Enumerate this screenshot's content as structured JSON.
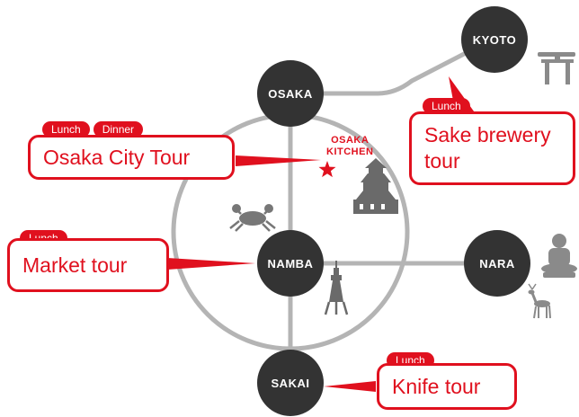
{
  "stations": {
    "kyoto": "KYOTO",
    "osaka": "OSAKA",
    "namba": "NAMBA",
    "nara": "NARA",
    "sakai": "SAKAI"
  },
  "kitchen": {
    "line1": "OSAKA",
    "line2": "KITCHEN",
    "marker_icon": "star-icon"
  },
  "tours": {
    "osaka_city": {
      "title": "Osaka City Tour",
      "tags": [
        "Lunch",
        "Dinner"
      ]
    },
    "sake": {
      "title_line1": "Sake brewery",
      "title_line2": "tour",
      "tags": [
        "Lunch"
      ]
    },
    "market": {
      "title": "Market tour",
      "tags": [
        "Lunch"
      ]
    },
    "knife": {
      "title": "Knife tour",
      "tags": [
        "Lunch"
      ]
    }
  },
  "landmark_icons": [
    "torii-gate-icon",
    "castle-icon",
    "crab-icon",
    "tower-icon",
    "buddha-statue-icon",
    "deer-icon"
  ],
  "colors": {
    "accent": "#e0101e",
    "station_fill": "#333333",
    "track": "#b4b4b4",
    "icon_gray": "#888888"
  }
}
